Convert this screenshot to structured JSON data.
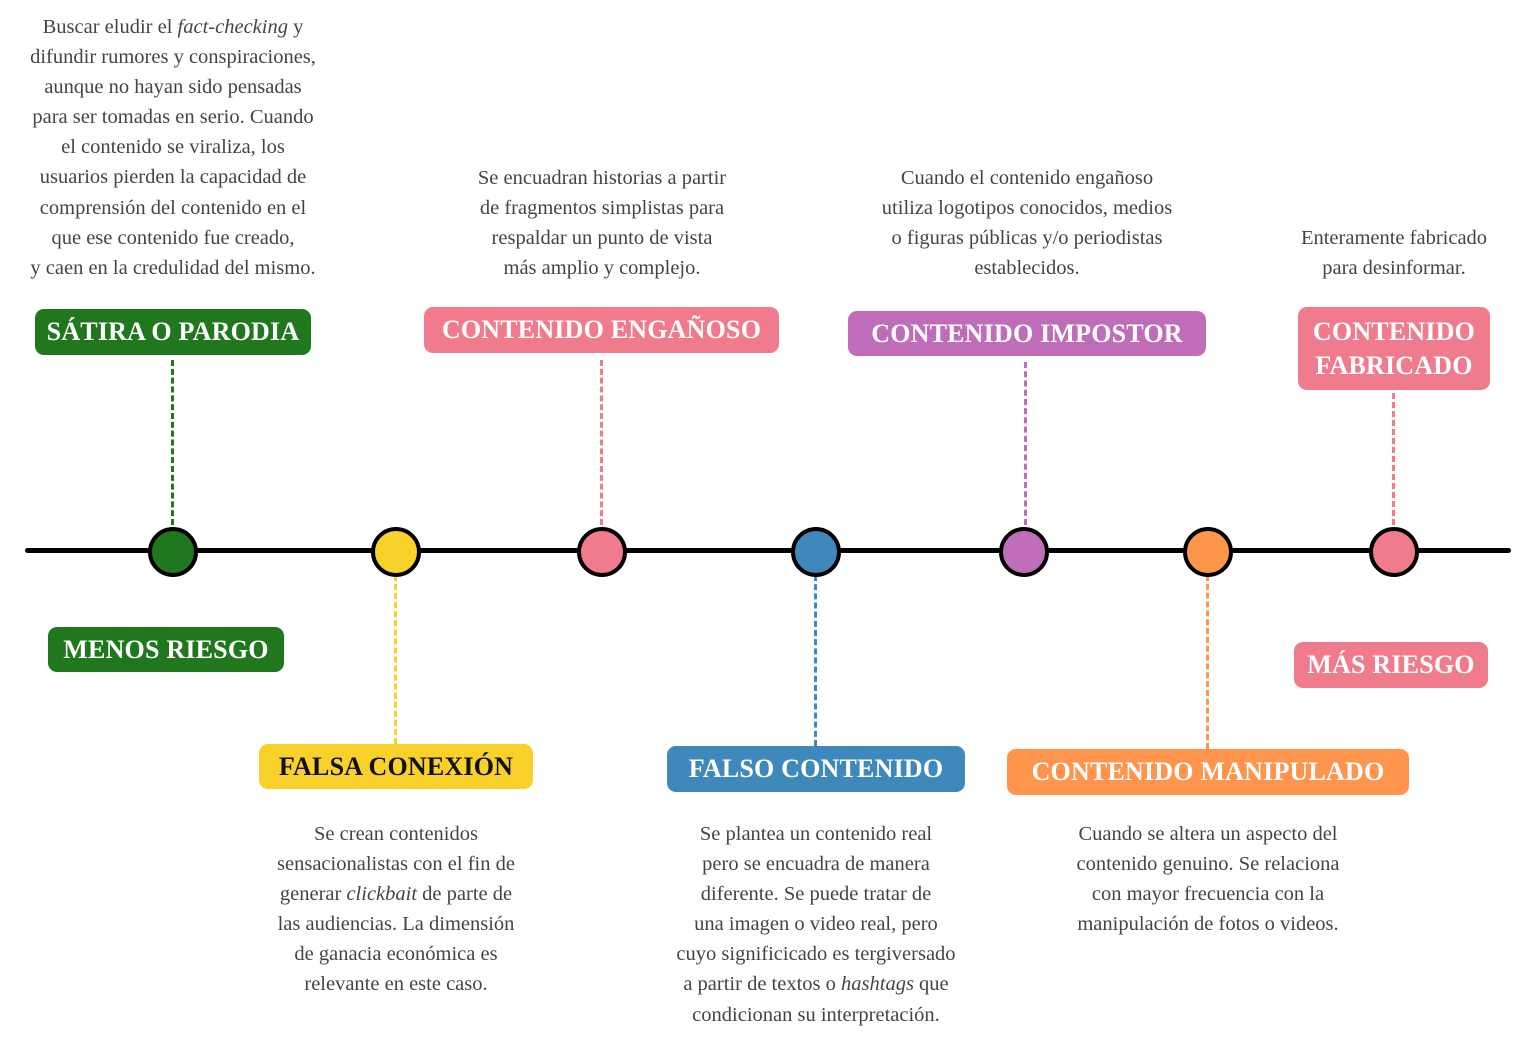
{
  "colors": {
    "green": "#20771d",
    "yellow": "#f9d12b",
    "pink": "#ef7b8d",
    "blue": "#3e88bb",
    "purple": "#bf6cb9",
    "orange": "#ff944d",
    "axis": "#000000"
  },
  "labels": {
    "satira": "SÁTIRA O PARODIA",
    "enganoso": "CONTENIDO ENGAÑOSO",
    "impostor": "CONTENIDO IMPOSTOR",
    "fabricado_1": "CONTENIDO",
    "fabricado_2": "FABRICADO",
    "menos_riesgo": "MENOS RIESGO",
    "mas_riesgo": "MÁS RIESGO",
    "falsa_conexion": "FALSA CONEXIÓN",
    "falso_contenido": "FALSO CONTENIDO",
    "manipulado": "CONTENIDO MANIPULADO"
  },
  "descriptions": {
    "satira": [
      [
        "Buscar eludir el ",
        {
          "em": "fact-checking"
        },
        " y"
      ],
      [
        "difundir rumores y conspiraciones,"
      ],
      [
        "aunque no hayan sido pensadas"
      ],
      [
        "para ser tomadas en serio. Cuando"
      ],
      [
        "el contenido se viraliza, los"
      ],
      [
        "usuarios pierden la capacidad de"
      ],
      [
        "comprensión del contenido en el"
      ],
      [
        "que ese contenido fue creado,"
      ],
      [
        "y caen en la credulidad del mismo."
      ]
    ],
    "enganoso": [
      [
        "Se encuadran historias a partir"
      ],
      [
        "de fragmentos simplistas para"
      ],
      [
        "respaldar un punto de vista"
      ],
      [
        "más amplio y complejo."
      ]
    ],
    "impostor": [
      [
        "Cuando el contenido engañoso"
      ],
      [
        "utiliza logotipos conocidos, medios"
      ],
      [
        "o figuras públicas y/o periodistas"
      ],
      [
        "establecidos."
      ]
    ],
    "fabricado": [
      [
        "Enteramente fabricado"
      ],
      [
        "para desinformar."
      ]
    ],
    "falsa_conexion": [
      [
        "Se crean contenidos"
      ],
      [
        "sensacionalistas con el fin de"
      ],
      [
        "generar ",
        {
          "em": "clickbait"
        },
        " de parte de"
      ],
      [
        "las audiencias. La dimensión"
      ],
      [
        "de ganacia económica es"
      ],
      [
        "relevante en este caso."
      ]
    ],
    "falso_contenido": [
      [
        "Se plantea un contenido real"
      ],
      [
        "pero se encuadra de manera"
      ],
      [
        "diferente. Se puede tratar de"
      ],
      [
        "una imagen o video real, pero"
      ],
      [
        "cuyo significicado es tergiversado"
      ],
      [
        "a partir de textos o ",
        {
          "em": "hashtags"
        },
        " que"
      ],
      [
        "condicionan su interpretación."
      ]
    ],
    "manipulado": [
      [
        "Cuando se altera un aspecto del"
      ],
      [
        "contenido genuino. Se relaciona"
      ],
      [
        "con mayor frecuencia con la"
      ],
      [
        "manipulación de fotos o videos."
      ]
    ]
  }
}
